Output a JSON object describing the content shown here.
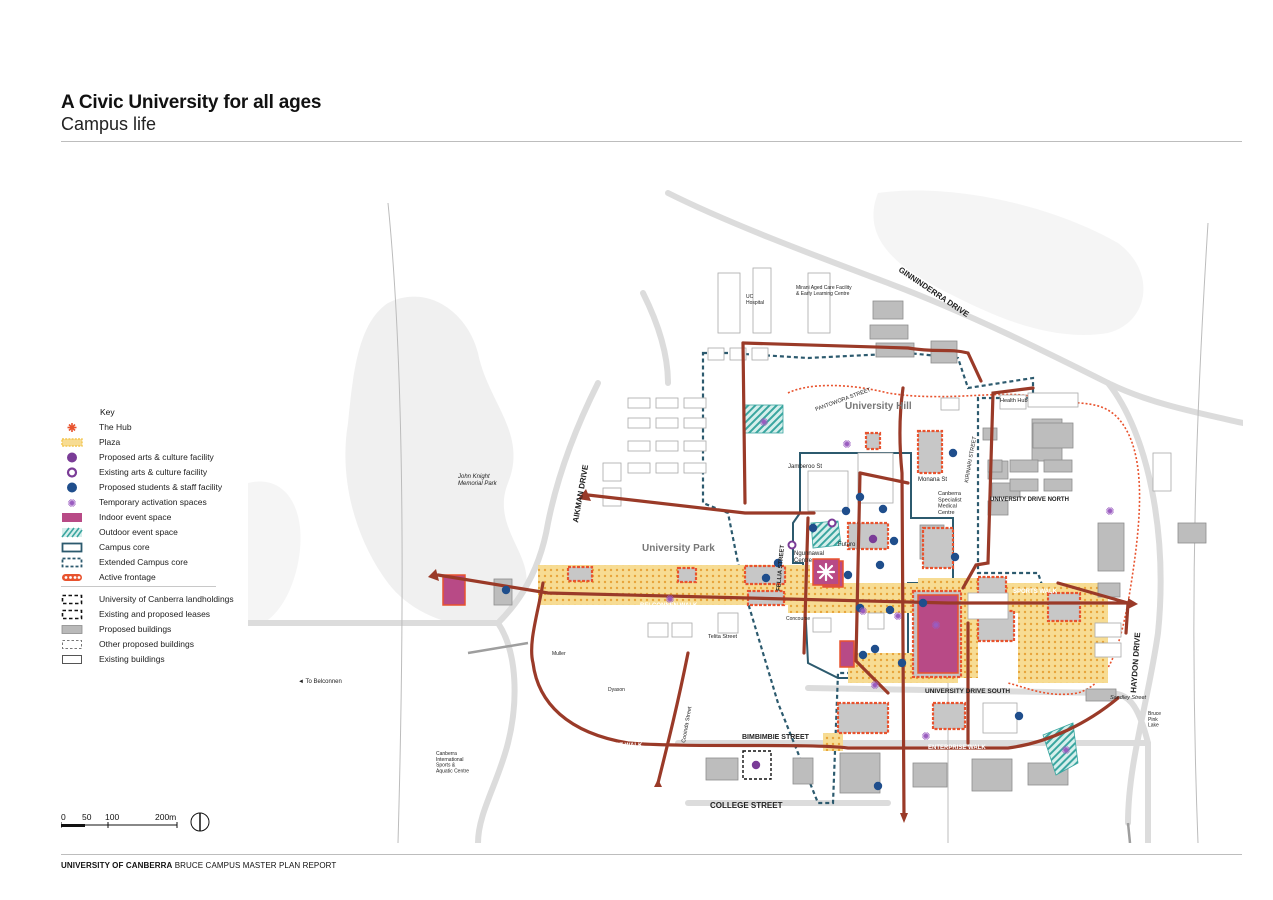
{
  "header": {
    "title": "A Civic University for all ages",
    "subtitle": "Campus life"
  },
  "footer": {
    "bold": "UNIVERSITY OF CANBERRA",
    "rest": "BRUCE CAMPUS MASTER PLAN REPORT"
  },
  "key": {
    "title": "Key",
    "items": [
      {
        "label": "The Hub",
        "symbol": "hub-asterisk",
        "color": "#e8532e"
      },
      {
        "label": "Plaza",
        "symbol": "plaza-hatch",
        "color": "#f3c64f"
      },
      {
        "label": "Proposed arts & culture facility",
        "symbol": "filled-circle",
        "color": "#7a3c97"
      },
      {
        "label": "Existing arts & culture facility",
        "symbol": "ring",
        "color": "#7a3c97"
      },
      {
        "label": "Proposed students & staff facility",
        "symbol": "filled-circle",
        "color": "#1f4e8c"
      },
      {
        "label": "Temporary activation spaces",
        "symbol": "star-burst",
        "color": "#9a5cc0"
      },
      {
        "label": "Indoor event space",
        "symbol": "fill-rect",
        "color": "#b84a86"
      },
      {
        "label": "Outdoor event space",
        "symbol": "hatch-rect",
        "color": "#3aa6a0"
      },
      {
        "label": "Campus core",
        "symbol": "outline-rect",
        "color": "#2c5a6e"
      },
      {
        "label": "Extended Campus core",
        "symbol": "dashed-rect",
        "color": "#2c5a6e"
      },
      {
        "label": "Active frontage",
        "symbol": "dot-line",
        "color": "#e8532e"
      },
      {
        "label": "University of Canberra landholdings",
        "symbol": "dashed-rect-bold",
        "color": "#111111"
      },
      {
        "label": "Existing and proposed leases",
        "symbol": "dashed-rect-bold",
        "color": "#111111"
      },
      {
        "label": "Proposed buildings",
        "symbol": "grey-rect",
        "color": "#b9b9b9"
      },
      {
        "label": "Other proposed buildings",
        "symbol": "dashed-rect-thin",
        "color": "#777777"
      },
      {
        "label": "Existing buildings",
        "symbol": "outline-rect-thin",
        "color": "#555555"
      }
    ]
  },
  "scale": {
    "labels": [
      "0",
      "50",
      "100",
      "200m"
    ],
    "north_icon": "north-arrow-icon"
  },
  "map": {
    "colors": {
      "walk": "#9a3a28",
      "hub": "#e8532e",
      "plaza": "#f3c64f",
      "campus_core": "#2c5a6e",
      "indoor": "#b84a86",
      "outdoor": "#3aa6a0",
      "arts": "#7a3c97",
      "staff": "#1f4e8c"
    },
    "labels": {
      "ginninderra": "GINNINDERRA DRIVE",
      "aikman": "AIKMAN DRIVE",
      "haydon": "HAYDON DRIVE",
      "university_hill": "University Hill",
      "university_park": "University Park",
      "john_knight": "John Knight\nMemorial Park",
      "to_belconnen": "◄ To Belconnen",
      "uni_drive_south": "UNIVERSITY DRIVE SOUTH",
      "uni_drive_north": "UNIVERSITY DRIVE NORTH",
      "bimbimbie": "BIMBIMBIE STREET",
      "college": "COLLEGE STREET",
      "campus_west_walk": "CAMPUS WEST WALK",
      "enterprise_walk": "ENTERPRISE WALK",
      "community_walk": "COMMUNITY WALK",
      "belconnen_walk": "BELCONNEN WALK",
      "sports_walk": "SPORTS WALK",
      "ngunnawal": "Ngunnawal\nCentre",
      "futuro": "Futuro",
      "jamberoo": "Jamberoo St",
      "monana": "Monana St",
      "canberra_medical": "Canberra\nSpecialist\nMedical\nCentre",
      "health_hub": "Health Hub",
      "uc_hospital": "UC\nHospital",
      "aged_care": "Mirani Aged Care Facility\n& Early Learning Centre",
      "fellia_street": "FELLIA STREET",
      "pantowora": "PANTOWORA STREET",
      "kirinari": "KIRINARI STREET",
      "cooinda": "Cooinda Street",
      "telita": "Telita Street",
      "sandley": "Sandley Street",
      "bruce_pink_lake": "Bruce\nPink\nLake",
      "canberra_international": "Canberra\nInternational\nSports &\nAquatic Centre",
      "muller": "Muller",
      "dyason": "Dyason",
      "concourse": "Concourse"
    }
  }
}
